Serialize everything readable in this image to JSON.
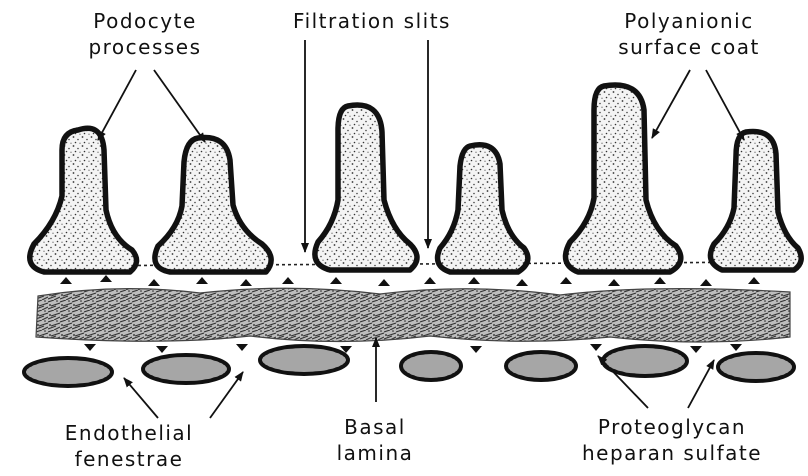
{
  "labels": {
    "podocyte_processes": [
      "Podocyte",
      "processes"
    ],
    "filtration_slits": "Filtration slits",
    "polyanionic_coat": [
      "Polyanionic",
      "surface coat"
    ],
    "endothelial_fenestrae": [
      "Endothelial",
      "fenestrae"
    ],
    "basal_lamina": [
      "Basal",
      "lamina"
    ],
    "proteoglycan": [
      "Proteoglycan",
      "heparan sulfate"
    ]
  },
  "colors": {
    "ink": "#111111",
    "background": "#ffffff",
    "stipple_fill": "#f4f4f4",
    "lamina_fill": "#bdbdbd"
  }
}
